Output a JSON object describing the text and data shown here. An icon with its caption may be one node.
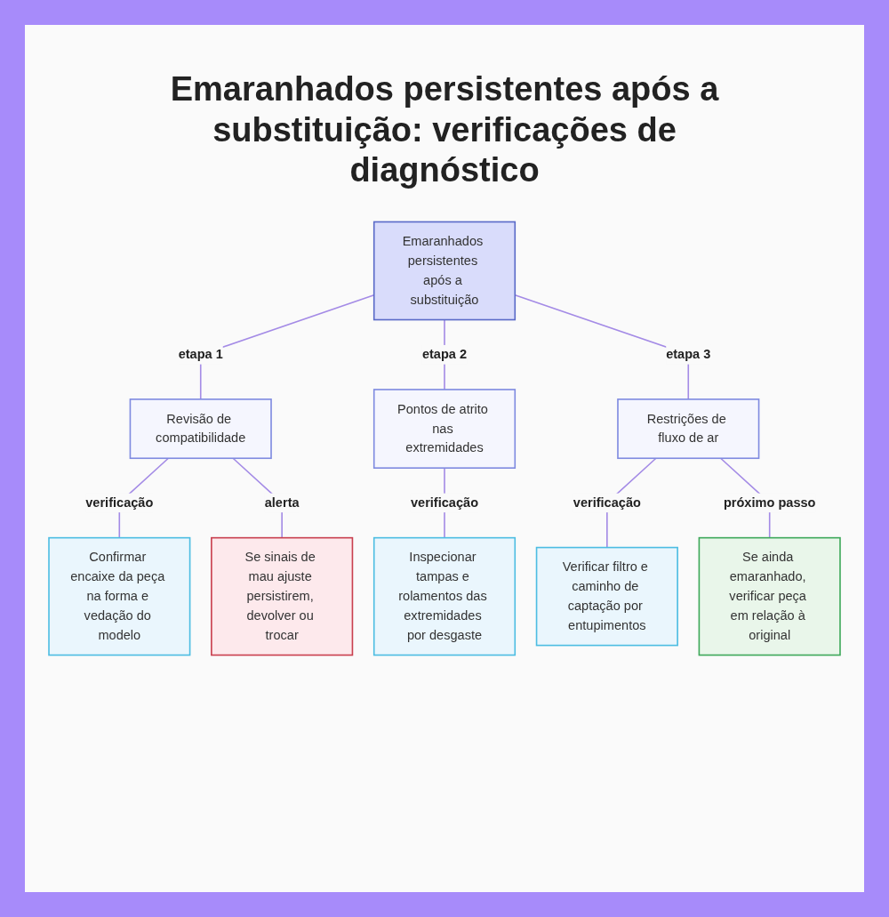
{
  "diagram": {
    "title": "Emaranhados persistentes após a substituição: verificações de diagnóstico",
    "nodes": [
      {
        "text": [
          "Emaranhados persistentes após a substituição"
        ]
      },
      {
        "text": [
          "Revisão de compatibilidade"
        ]
      },
      {
        "text": [
          "Pontos de atrito nas extremidades"
        ]
      },
      {
        "text": [
          "Restrições de fluxo de ar"
        ]
      },
      {
        "text": [
          "Confirmar encaixe da peça na forma e vedação do modelo"
        ]
      },
      {
        "text": [
          "Se sinais de mau ajuste persistirem, devolver ou trocar"
        ]
      },
      {
        "text": [
          "Inspecionar tampas e rolamentos das extremidades por desgaste"
        ]
      },
      {
        "text": [
          "Verificar filtro e caminho de captação por entupimentos"
        ]
      },
      {
        "text": [
          "Se ainda emaranhado, verificar peça em relação à original"
        ]
      }
    ],
    "edges": [
      {
        "from": 0,
        "to": 1,
        "arrow": "none",
        "label": "etapa 1"
      },
      {
        "from": 0,
        "to": 2,
        "arrow": "none",
        "label": "etapa 2"
      },
      {
        "from": 0,
        "to": 3,
        "arrow": "none",
        "label": "etapa 3"
      },
      {
        "from": 1,
        "to": 4,
        "arrow": "none",
        "label": "verificação"
      },
      {
        "from": 1,
        "to": 5,
        "arrow": "none",
        "label": "alerta"
      },
      {
        "from": 2,
        "to": 6,
        "arrow": "none",
        "label": "verificação"
      },
      {
        "from": 3,
        "to": 7,
        "arrow": "none",
        "label": "verificação"
      },
      {
        "from": 3,
        "to": 8,
        "arrow": "none",
        "label": "próximo passo"
      }
    ]
  }
}
